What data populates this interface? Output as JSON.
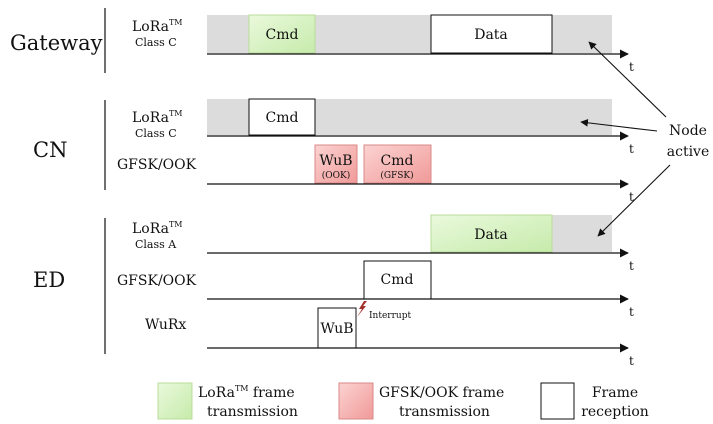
{
  "groups": {
    "gateway": "Gateway",
    "cn": "CN",
    "ed": "ED"
  },
  "rows": {
    "gateway_lora": {
      "name": "LoRa",
      "sup": "TM",
      "sub": "Class C"
    },
    "cn_lora": {
      "name": "LoRa",
      "sup": "TM",
      "sub": "Class C"
    },
    "cn_gfsk": {
      "name": "GFSK/OOK"
    },
    "ed_lora": {
      "name": "LoRa",
      "sup": "TM",
      "sub": "Class A"
    },
    "ed_gfsk": {
      "name": "GFSK/OOK"
    },
    "ed_wurx": {
      "name": "WuRx"
    }
  },
  "frames": {
    "gw_cmd": "Cmd",
    "gw_data": "Data",
    "cn_cmd": "Cmd",
    "cn_wub": "WuB",
    "cn_wub_sub": "(OOK)",
    "cn_gfsk_cmd": "Cmd",
    "cn_gfsk_cmd_sub": "(GFSK)",
    "ed_data": "Data",
    "ed_cmd": "Cmd",
    "ed_wub": "WuB"
  },
  "time_label": "t",
  "annotation": {
    "line1": "Node",
    "line2": "active"
  },
  "interrupt_label": "Interrupt",
  "legend": {
    "lora": {
      "line1": "LoRa",
      "sup": "TM",
      "line1_suffix": " frame",
      "line2": "transmission"
    },
    "gfsk": {
      "line1": "GFSK/OOK frame",
      "line2": "transmission"
    },
    "reception": {
      "line1": "Frame",
      "line2": "reception"
    }
  },
  "colors": {
    "active_band": "#dcdcdc",
    "lora_fill": "#d6f2c0",
    "gfsk_fill": "#f4b3b1",
    "reception_fill": "#ffffff",
    "interrupt_icon": "#a0302a"
  }
}
